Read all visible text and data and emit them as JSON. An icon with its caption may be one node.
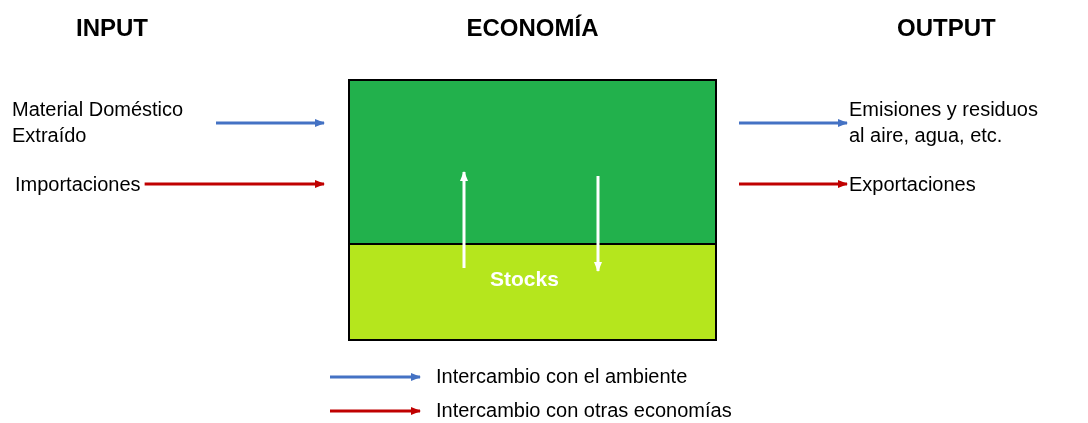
{
  "diagram": {
    "nodes": [
      {
        "text": [
          "Material Doméstico Extraído"
        ]
      },
      {
        "text": [
          "Importaciones"
        ]
      },
      {
        "text": [
          "ECONOMÍA"
        ]
      },
      {
        "text": [
          "Stocks"
        ],
        "in": 2
      },
      {
        "text": [
          "Emisiones y residuos al aire, agua, etc."
        ]
      },
      {
        "text": [
          "Exportaciones"
        ]
      }
    ],
    "edges": [
      {
        "from": 0,
        "to": 2,
        "arrow": "to",
        "color": "#4472c4"
      },
      {
        "from": 1,
        "to": 2,
        "arrow": "to",
        "color": "#c00000"
      },
      {
        "from": 2,
        "to": 4,
        "arrow": "to",
        "color": "#4472c4"
      },
      {
        "from": 2,
        "to": 5,
        "arrow": "to",
        "color": "#c00000"
      },
      {
        "from": 3,
        "to": null,
        "arrow": "to",
        "color": "#ffffff"
      },
      {
        "from": null,
        "to": 3,
        "arrow": "to",
        "color": "#ffffff"
      }
    ],
    "labels": [
      "INPUT",
      "OUTPUT"
    ],
    "legend": [
      {
        "text": "Intercambio con el ambiente"
      },
      {
        "text": "Intercambio con otras economías"
      }
    ]
  }
}
